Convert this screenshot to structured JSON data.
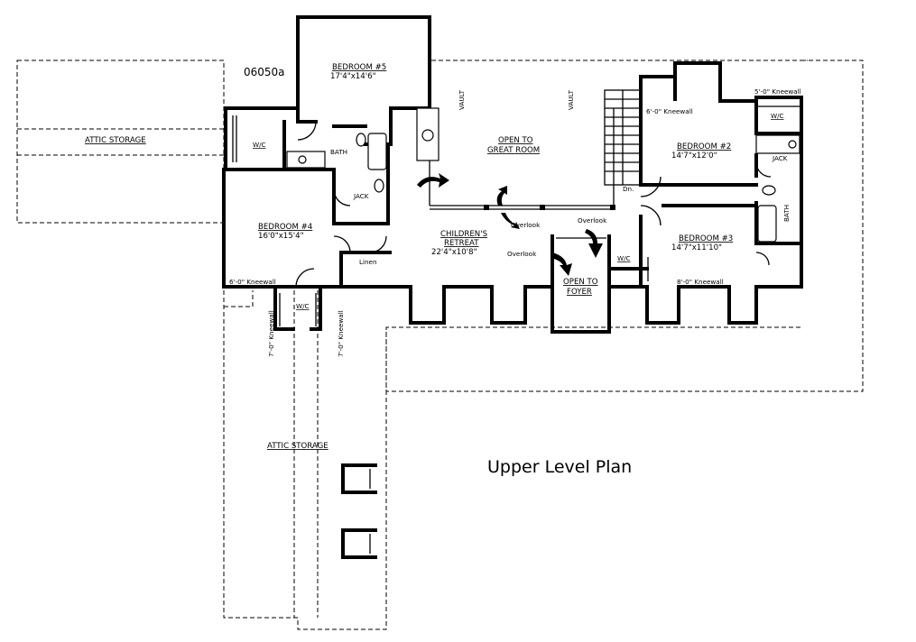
{
  "plan_number": "06050a",
  "plan_title": "Upper Level Plan",
  "rooms": {
    "bedroom5": {
      "name": "BEDROOM #5",
      "size": "17'4\"x14'6\""
    },
    "bedroom4": {
      "name": "BEDROOM #4",
      "size": "16'0\"x15'4\""
    },
    "bedroom2": {
      "name": "BEDROOM #2",
      "size": "14'7\"x12'0\""
    },
    "bedroom3": {
      "name": "BEDROOM #3",
      "size": "14'7\"x11'10\""
    },
    "retreat": {
      "name_line1": "CHILDREN'S",
      "name_line2": "RETREAT",
      "size": "22'4\"x10'8\""
    },
    "great_room": {
      "line1": "OPEN TO",
      "line2": "GREAT ROOM"
    },
    "foyer": {
      "line1": "OPEN TO",
      "line2": "FOYER"
    },
    "attic_top": "ATTIC STORAGE",
    "attic_bottom": "ATTIC STORAGE"
  },
  "labels": {
    "wic": "W/C",
    "bath": "BATH",
    "jack": "JACK",
    "linen": "Linen",
    "vault": "VAULT",
    "overlook": "Overlook",
    "down": "Dn.",
    "kneewall_6_a": "6'-0\" Kneewall",
    "kneewall_6_b": "6'-0\" Kneewall",
    "kneewall_5": "5'-0\" Kneewall",
    "kneewall_8": "8'-0\" Kneewall",
    "kneewall_7": "7'-0\" Kneewall"
  }
}
